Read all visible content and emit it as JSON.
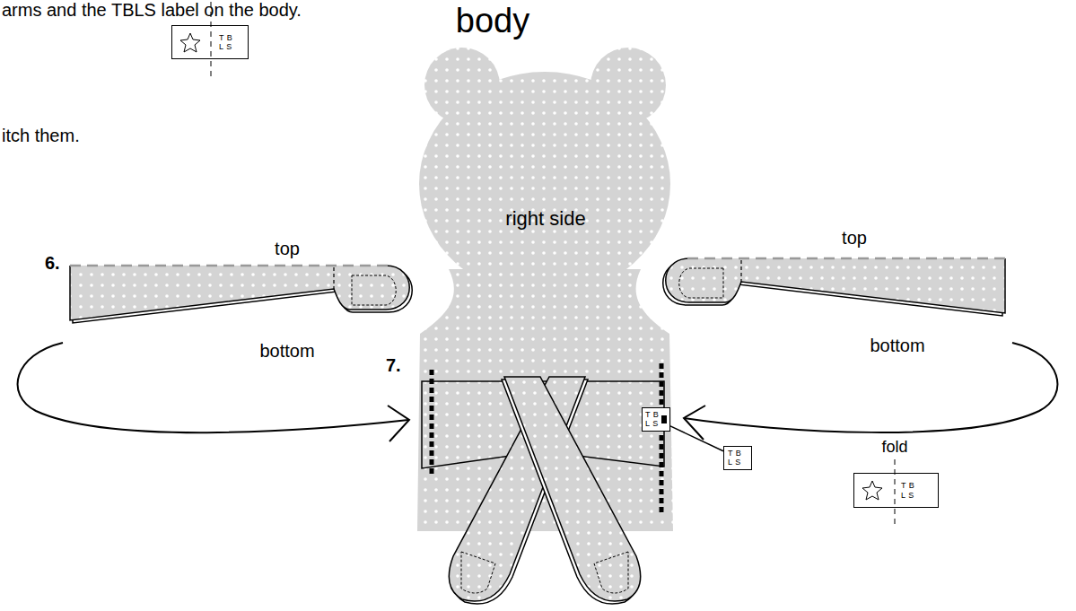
{
  "diagram": {
    "nodes": [
      {
        "text": [
          "T B L S"
        ]
      },
      {
        "text": [
          "T B L S"
        ]
      },
      {
        "text": [
          "T B L S"
        ]
      },
      {
        "text": [
          "T B L S"
        ]
      }
    ],
    "edges": [
      {
        "from": 2,
        "to": 1,
        "arrow": "none"
      }
    ],
    "labels": [
      "arms and the TBLS label on the body.",
      "itch them.",
      "body",
      "right side",
      "6.",
      "top",
      "bottom",
      "top",
      "bottom",
      "7.",
      "fold"
    ]
  }
}
